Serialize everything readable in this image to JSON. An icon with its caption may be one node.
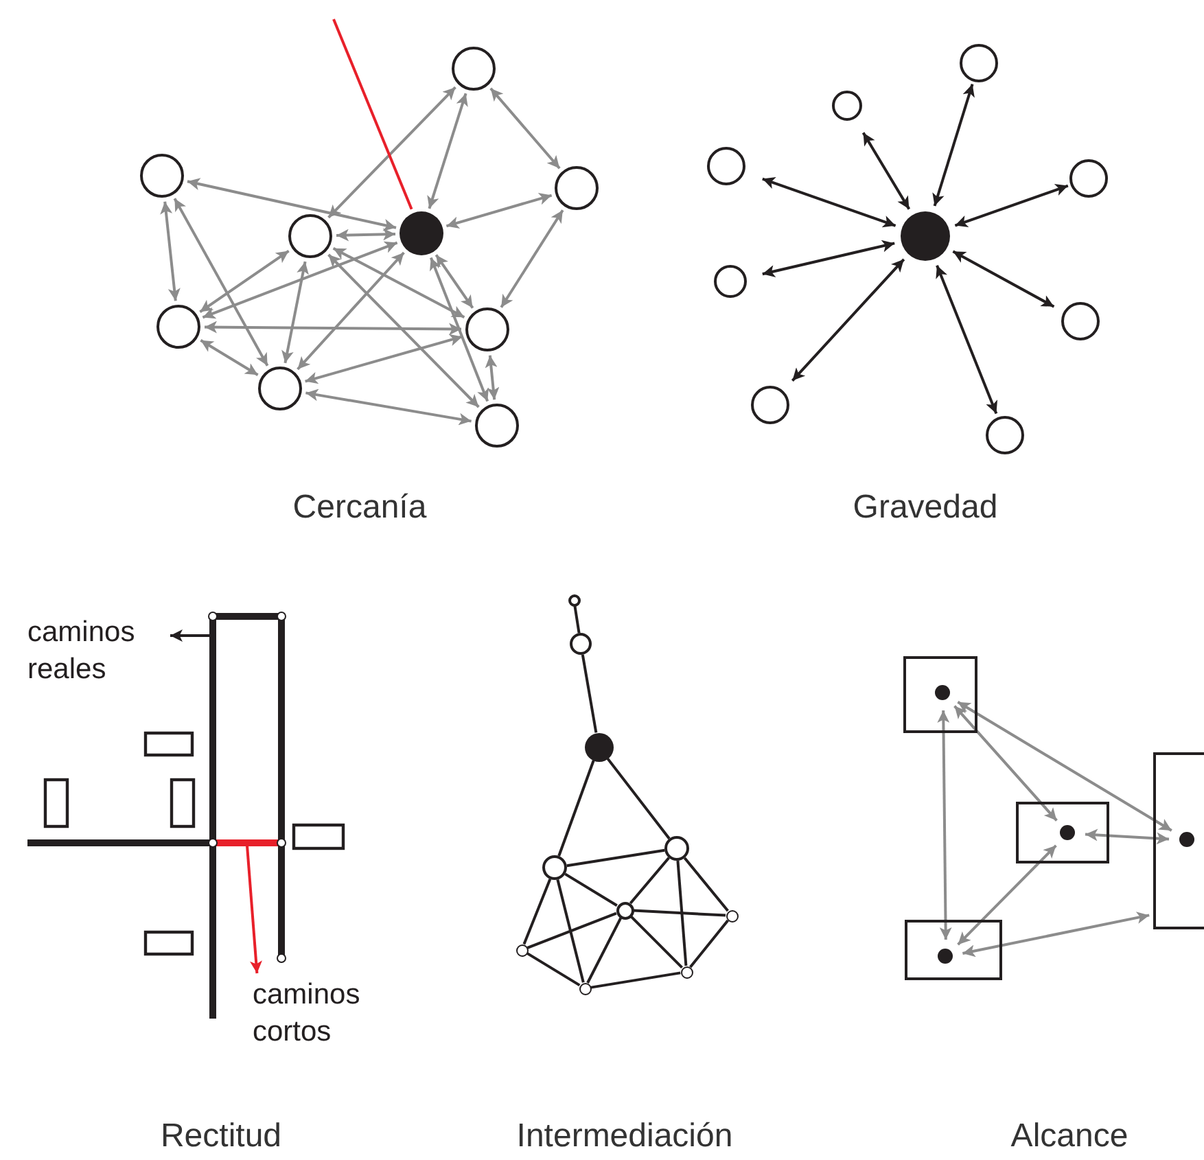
{
  "diagram": {
    "nodes": [
      {
        "text": [],
        "shape": "circle"
      },
      {
        "text": [],
        "shape": "circle"
      },
      {
        "text": [],
        "shape": "circle"
      },
      {
        "text": [],
        "shape": "circle"
      },
      {
        "text": [],
        "shape": "circle"
      },
      {
        "text": [],
        "shape": "circle"
      },
      {
        "text": [],
        "shape": "circle"
      },
      {
        "text": [],
        "shape": "circle"
      },
      {
        "text": [],
        "shape": "circle"
      },
      {
        "text": [],
        "shape": "circle"
      },
      {
        "text": [],
        "shape": "circle"
      },
      {
        "text": [],
        "shape": "circle"
      },
      {
        "text": [],
        "shape": "circle"
      },
      {
        "text": [],
        "shape": "circle"
      },
      {
        "text": [],
        "shape": "circle"
      },
      {
        "text": [],
        "shape": "circle"
      },
      {
        "text": [],
        "shape": "circle"
      },
      {
        "text": [],
        "shape": "circle"
      },
      {
        "text": [
          "caminos reales"
        ]
      },
      {
        "text": [
          "caminos cortos"
        ]
      },
      {
        "text": [],
        "shape": "circle"
      },
      {
        "text": [],
        "shape": "circle"
      },
      {
        "text": [],
        "shape": "circle"
      },
      {
        "text": [],
        "shape": "circle"
      },
      {
        "text": [],
        "shape": "circle"
      },
      {
        "text": [],
        "shape": "circle"
      },
      {
        "text": [],
        "shape": "circle"
      },
      {
        "text": [],
        "shape": "circle"
      },
      {
        "text": [],
        "shape": "circle"
      },
      {
        "text": [],
        "shape": "circle"
      },
      {
        "text": [],
        "shape": "box"
      },
      {
        "text": [],
        "shape": "circle",
        "in": 30
      },
      {
        "text": [],
        "shape": "box"
      },
      {
        "text": [],
        "shape": "circle",
        "in": 32
      },
      {
        "text": [],
        "shape": "box"
      },
      {
        "text": [],
        "shape": "circle",
        "in": 34
      },
      {
        "text": [],
        "shape": "box"
      },
      {
        "text": [],
        "shape": "circle",
        "in": 36
      }
    ],
    "edges": [
      {
        "from": 0,
        "to": 3,
        "arrow": "both"
      },
      {
        "from": 0,
        "to": 4,
        "arrow": "both"
      },
      {
        "from": 0,
        "to": 2,
        "arrow": "both"
      },
      {
        "from": 1,
        "to": 4,
        "arrow": "both"
      },
      {
        "from": 2,
        "to": 4,
        "arrow": "both"
      },
      {
        "from": 2,
        "to": 6,
        "arrow": "both"
      },
      {
        "from": 3,
        "to": 4,
        "arrow": "both"
      },
      {
        "from": 4,
        "to": 5,
        "arrow": "both"
      },
      {
        "from": 3,
        "to": 5,
        "arrow": "both"
      },
      {
        "from": 1,
        "to": 5,
        "arrow": "both"
      },
      {
        "from": 1,
        "to": 7,
        "arrow": "both"
      },
      {
        "from": 3,
        "to": 7,
        "arrow": "both"
      },
      {
        "from": 3,
        "to": 6,
        "arrow": "both"
      },
      {
        "from": 3,
        "to": 8,
        "arrow": "both"
      },
      {
        "from": 4,
        "to": 7,
        "arrow": "both"
      },
      {
        "from": 4,
        "to": 6,
        "arrow": "both"
      },
      {
        "from": 4,
        "to": 8,
        "arrow": "both"
      },
      {
        "from": 5,
        "to": 6,
        "arrow": "both"
      },
      {
        "from": 5,
        "to": 7,
        "arrow": "both"
      },
      {
        "from": 6,
        "to": 7,
        "arrow": "both"
      },
      {
        "from": 6,
        "to": 8,
        "arrow": "both"
      },
      {
        "from": 7,
        "to": 8,
        "arrow": "both"
      },
      {
        "from": null,
        "to": 4,
        "arrow": "none",
        "color": "#e8202a"
      },
      {
        "from": 9,
        "to": 10,
        "arrow": "both",
        "color": "#231f20"
      },
      {
        "from": 9,
        "to": 11,
        "arrow": "both",
        "color": "#231f20"
      },
      {
        "from": 9,
        "to": 12,
        "arrow": "both",
        "color": "#231f20"
      },
      {
        "from": 9,
        "to": 13,
        "arrow": "both",
        "color": "#231f20"
      },
      {
        "from": 9,
        "to": 14,
        "arrow": "both",
        "color": "#231f20"
      },
      {
        "from": 9,
        "to": 15,
        "arrow": "both",
        "color": "#231f20"
      },
      {
        "from": 9,
        "to": 16,
        "arrow": "both",
        "color": "#231f20"
      },
      {
        "from": 9,
        "to": 17,
        "arrow": "both",
        "color": "#231f20"
      },
      {
        "from": null,
        "to": 18,
        "arrow": "to",
        "color": "#231f20"
      },
      {
        "from": null,
        "to": 19,
        "arrow": "to",
        "color": "#e8202a"
      },
      {
        "from": 20,
        "to": 21,
        "arrow": "none",
        "color": "#231f20"
      },
      {
        "from": 21,
        "to": 22,
        "arrow": "none",
        "color": "#231f20"
      },
      {
        "from": 22,
        "to": 23,
        "arrow": "none",
        "color": "#231f20"
      },
      {
        "from": 22,
        "to": 24,
        "arrow": "none",
        "color": "#231f20"
      },
      {
        "from": 23,
        "to": 24,
        "arrow": "none",
        "color": "#231f20"
      },
      {
        "from": 23,
        "to": 25,
        "arrow": "none",
        "color": "#231f20"
      },
      {
        "from": 24,
        "to": 25,
        "arrow": "none",
        "color": "#231f20"
      },
      {
        "from": 23,
        "to": 26,
        "arrow": "none",
        "color": "#231f20"
      },
      {
        "from": 23,
        "to": 28,
        "arrow": "none",
        "color": "#231f20"
      },
      {
        "from": 24,
        "to": 27,
        "arrow": "none",
        "color": "#231f20"
      },
      {
        "from": 24,
        "to": 29,
        "arrow": "none",
        "color": "#231f20"
      },
      {
        "from": 25,
        "to": 26,
        "arrow": "none",
        "color": "#231f20"
      },
      {
        "from": 25,
        "to": 27,
        "arrow": "none",
        "color": "#231f20"
      },
      {
        "from": 25,
        "to": 28,
        "arrow": "none",
        "color": "#231f20"
      },
      {
        "from": 25,
        "to": 29,
        "arrow": "none",
        "color": "#231f20"
      },
      {
        "from": 26,
        "to": 28,
        "arrow": "none",
        "color": "#231f20"
      },
      {
        "from": 28,
        "to": 29,
        "arrow": "none",
        "color": "#231f20"
      },
      {
        "from": 27,
        "to": 29,
        "arrow": "none",
        "color": "#231f20"
      },
      {
        "from": 31,
        "to": 37,
        "arrow": "both"
      },
      {
        "from": 31,
        "to": 33,
        "arrow": "both"
      },
      {
        "from": 31,
        "to": 35,
        "arrow": "both"
      },
      {
        "from": 33,
        "to": 35,
        "arrow": "both"
      },
      {
        "from": 33,
        "to": 37,
        "arrow": "both"
      },
      {
        "from": 37,
        "to": 34,
        "arrow": "both"
      }
    ],
    "labels": [
      "Cercanía",
      "Gravedad",
      "Rectitud",
      "Intermediación",
      "Alcance"
    ]
  }
}
